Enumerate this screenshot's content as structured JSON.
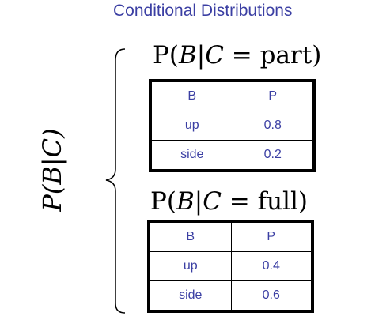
{
  "title": "Conditional Distributions",
  "side_label": "P(B|C)",
  "blocks": [
    {
      "formula": {
        "prefix": "P(",
        "var1": "B",
        "bar": "|",
        "var2": "C",
        "rest": " = part)"
      },
      "headers": [
        "B",
        "P"
      ],
      "rows": [
        [
          "up",
          "0.8"
        ],
        [
          "side",
          "0.2"
        ]
      ]
    },
    {
      "formula": {
        "prefix": "P(",
        "var1": "B",
        "bar": "|",
        "var2": "C",
        "rest": " = full)"
      },
      "headers": [
        "B",
        "P"
      ],
      "rows": [
        [
          "up",
          "0.4"
        ],
        [
          "side",
          "0.6"
        ]
      ]
    }
  ],
  "colors": {
    "title": "#3b3fa3",
    "table_text": "#3b3fa3",
    "border": "#000000"
  }
}
